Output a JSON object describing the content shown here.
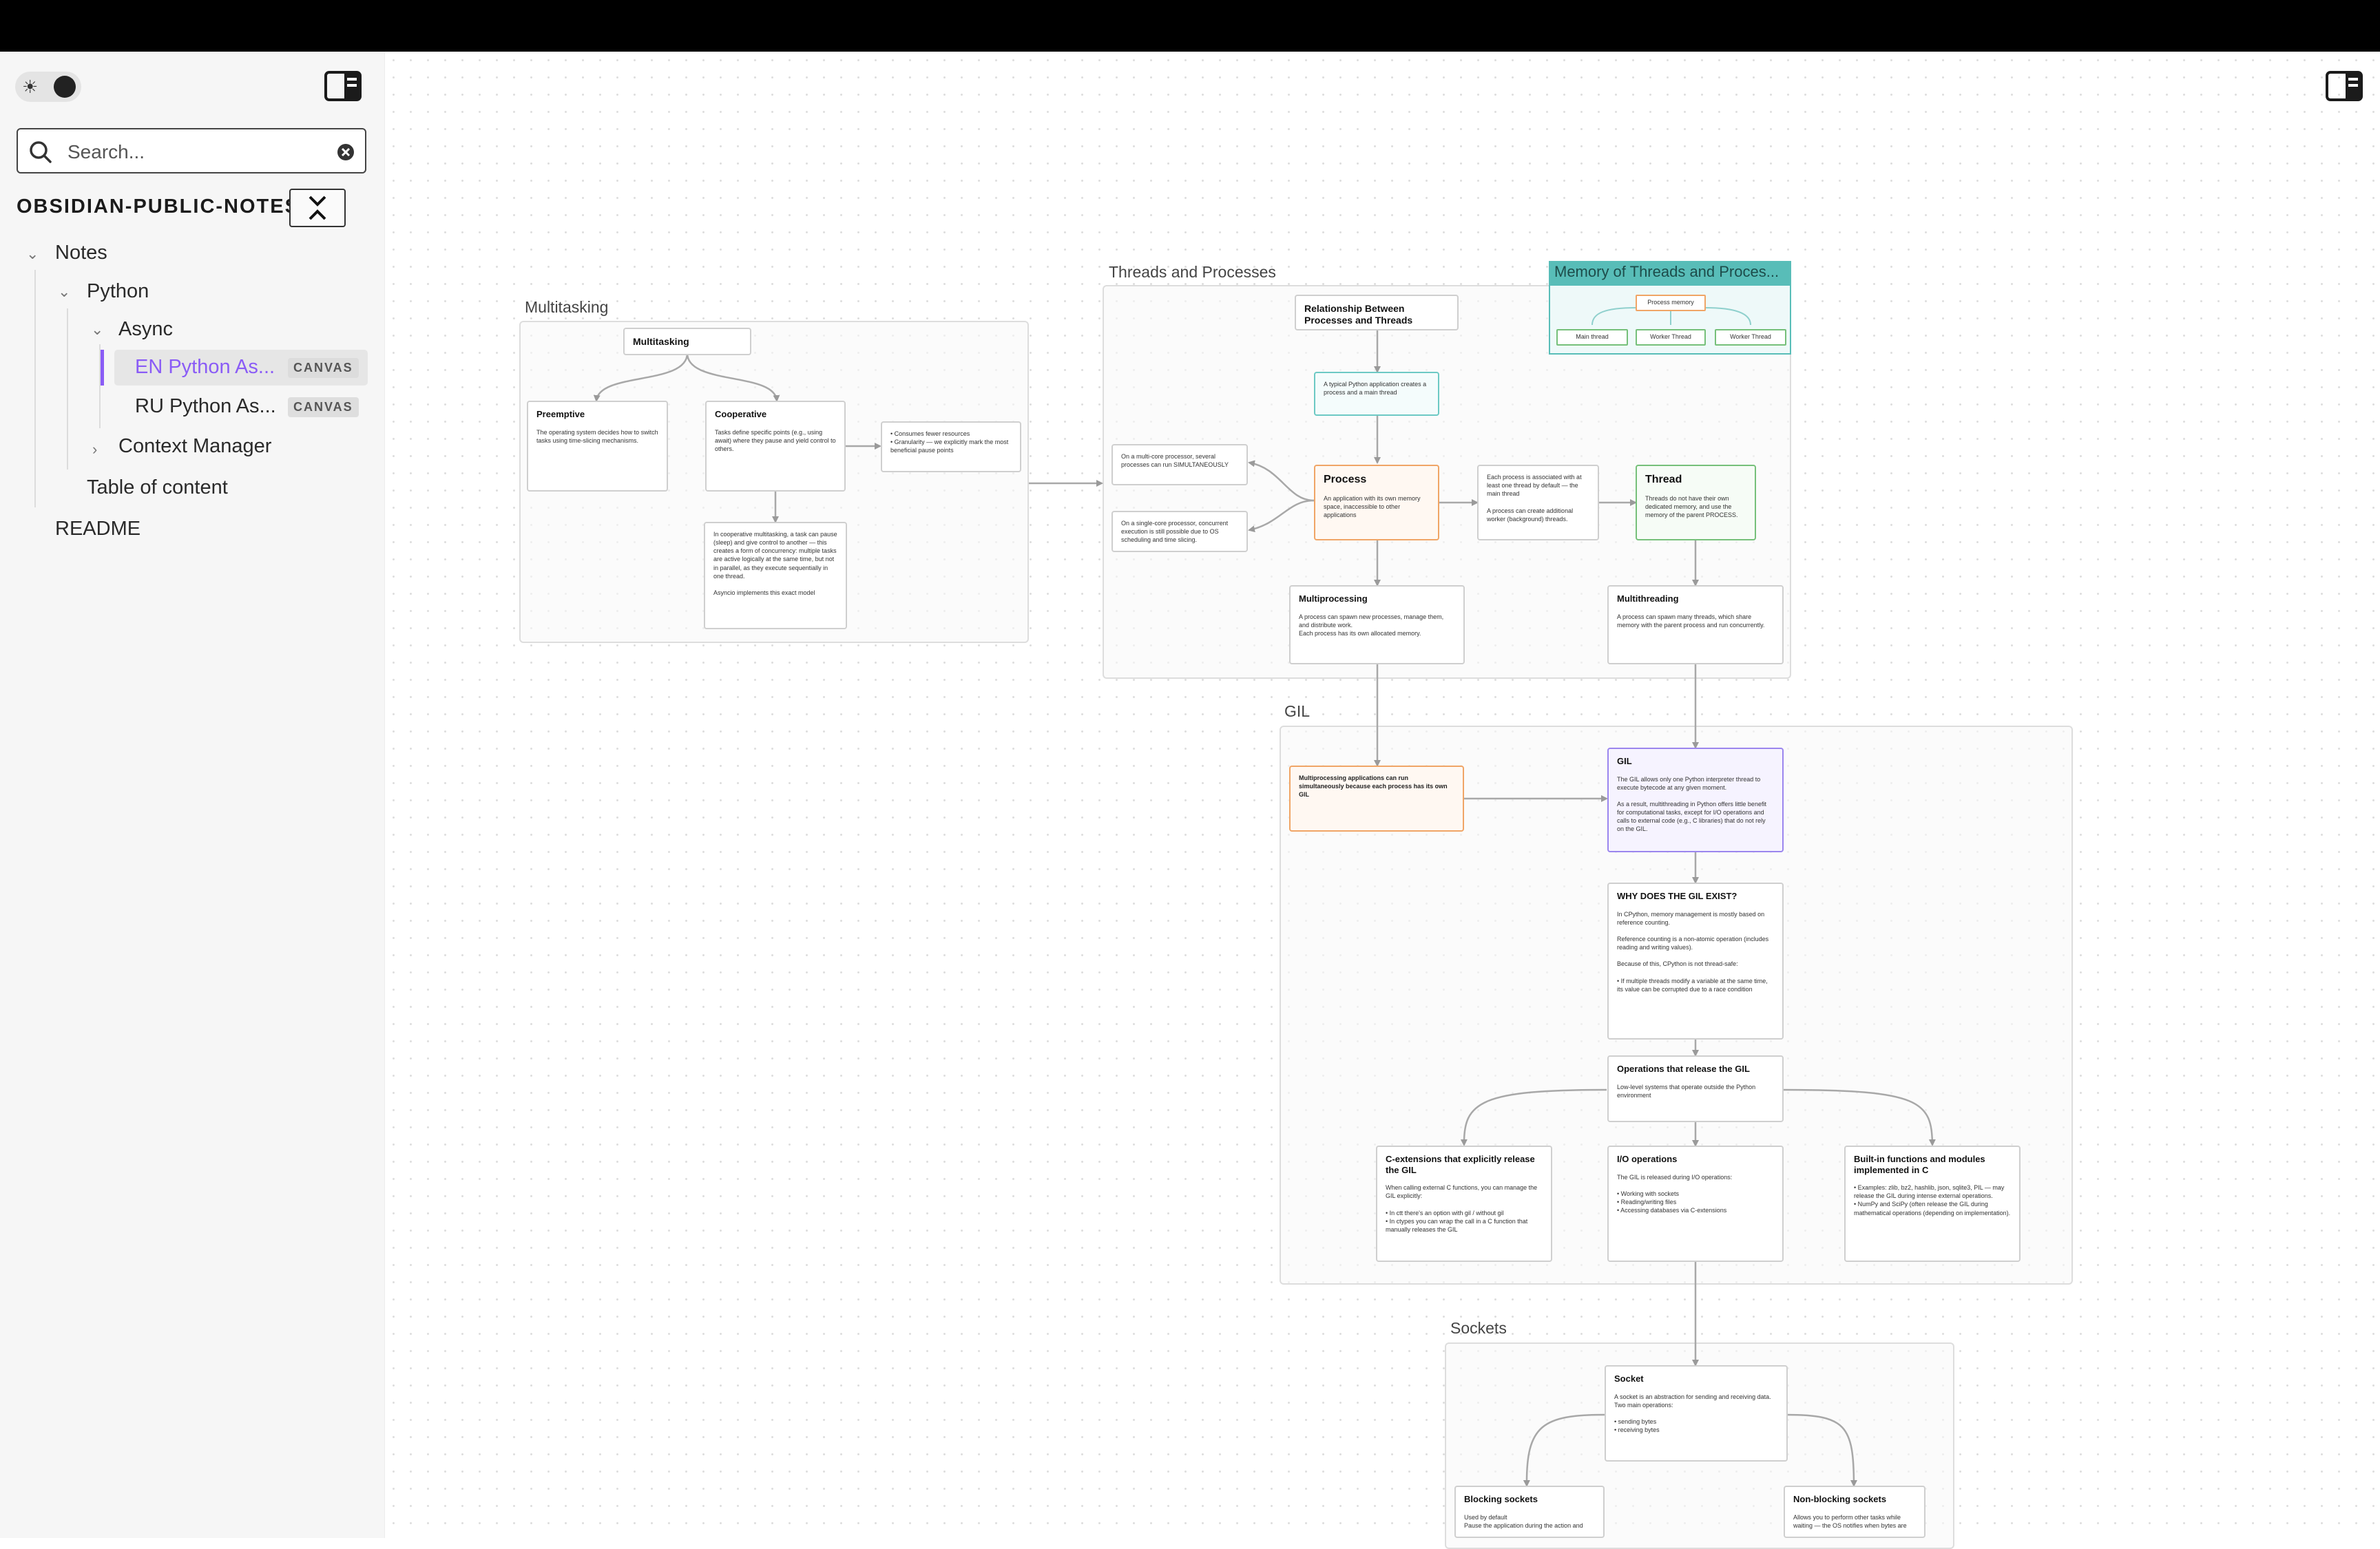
{
  "sidebar": {
    "search_placeholder": "Search...",
    "vault_name": "OBSIDIAN-PUBLIC-NOTES",
    "tree": {
      "notes": "Notes",
      "python": "Python",
      "async": "Async",
      "en_python": "EN Python As...",
      "ru_python": "RU Python As...",
      "canvas_badge": "CANVAS",
      "context_manager": "Context Manager",
      "table_of_content": "Table of content",
      "readme": "README"
    }
  },
  "canvas": {
    "groups": {
      "multitasking": "Multitasking",
      "threads_processes": "Threads and Processes",
      "memory": "Memory of Threads and Proces...",
      "gil": "GIL",
      "sockets": "Sockets"
    },
    "memory": {
      "process_memory": "Process memory",
      "main_thread": "Main thread",
      "worker_thread_1": "Worker Thread",
      "worker_thread_2": "Worker Thread"
    },
    "nodes": {
      "multitasking": {
        "title": "Multitasking"
      },
      "preemptive": {
        "title": "Preemptive",
        "body": "The operating system decides how to switch tasks using time-slicing mechanisms."
      },
      "cooperative": {
        "title": "Cooperative",
        "body": "Tasks define specific points (e.g., using await) where they pause and yield control to others."
      },
      "coop_pros": {
        "body": "• Consumes fewer resources\n• Granularity — we explicitly mark the most beneficial pause points"
      },
      "coop_detail": {
        "body": "In cooperative multitasking, a task can pause (sleep) and give control to another — this creates a form of concurrency: multiple tasks are active logically at the same time, but not in parallel, as they execute sequentially in one thread.\n\nAsyncio implements this exact model"
      },
      "relationship": {
        "title": "Relationship Between Processes and Threads"
      },
      "typical_app": {
        "body": "A typical Python application creates a process and a main thread"
      },
      "multi_core": {
        "body": "On a multi-core processor, several processes can run SIMULTANEOUSLY"
      },
      "single_core": {
        "body": "On a single-core processor, concurrent execution is still possible due to OS scheduling and time slicing."
      },
      "process": {
        "title": "Process",
        "body": "An application with its own memory space, inaccessible to other applications"
      },
      "process_thread": {
        "body": "Each process is associated with at least one thread by default — the main thread\n\nA process can create additional worker (background) threads."
      },
      "thread": {
        "title": "Thread",
        "body": "Threads do not have their own dedicated memory, and use the memory of the parent PROCESS."
      },
      "multiprocessing": {
        "title": "Multiprocessing",
        "body": "A process can spawn new processes, manage them, and distribute work.\nEach process has its own allocated memory."
      },
      "multithreading": {
        "title": "Multithreading",
        "body": "A process can spawn many threads, which share memory with the parent process and run concurrently."
      },
      "mp_gil": {
        "body": "Multiprocessing applications can run simultaneously because each process has its own GIL"
      },
      "gil": {
        "title": "GIL",
        "body": "The GIL allows only one Python interpreter thread to execute bytecode at any given moment.\n\nAs a result, multithreading in Python offers little benefit for computational tasks, except for I/O operations and calls to external code (e.g., C libraries) that do not rely on the GIL."
      },
      "why_gil": {
        "title": "WHY DOES THE GIL EXIST?",
        "body": "In CPython, memory management is mostly based on reference counting.\n\nReference counting is a non-atomic operation (includes reading and writing values).\n\nBecause of this, CPython is not thread-safe:\n\n  • If multiple threads modify a variable at the same time, its value can be corrupted due to a race condition"
      },
      "ops_release": {
        "title": "Operations that release the GIL",
        "body": "Low-level systems that operate outside the Python environment"
      },
      "c_ext": {
        "title": "C-extensions that explicitly release the GIL",
        "body": "When calling external C functions, you can manage the GIL explicitly:\n\n  • In ctt there's an option with gil / without gil\n  • In ctypes you can wrap the call in a C function that manually releases the GIL"
      },
      "io_ops": {
        "title": "I/O operations",
        "body": "The GIL is released during I/O operations:\n\n  • Working with sockets\n  • Reading/writing files\n  • Accessing databases via C-extensions"
      },
      "builtins": {
        "title": "Built-in functions and modules implemented in C",
        "body": "  • Examples: zlib, bz2, hashlib, json, sqlite3, PIL — may release the GIL during intense external operations.\n  • NumPy and SciPy (often release the GIL during mathematical operations (depending on implementation)."
      },
      "socket": {
        "title": "Socket",
        "body": "A socket is an abstraction for sending and receiving data. Two main operations:\n\n  • sending bytes\n  • receiving bytes"
      },
      "blocking": {
        "title": "Blocking sockets",
        "body": "Used by default\nPause the application during the action and"
      },
      "non_blocking": {
        "title": "Non-blocking sockets",
        "body": "Allows you to perform other tasks while waiting — the OS notifies when bytes are"
      }
    }
  },
  "colors": {
    "accent": "#8a5cf6",
    "teal": "#58bdb8",
    "orange": "#f0a566",
    "green": "#76c07a",
    "purple": "#9b86ee"
  }
}
